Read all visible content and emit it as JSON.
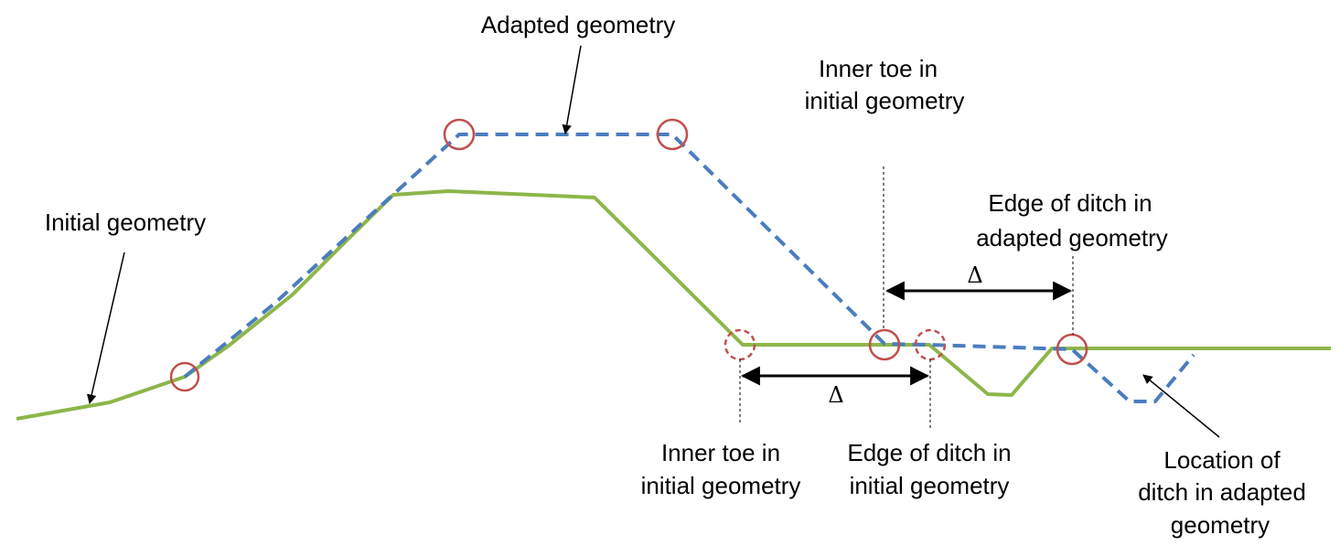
{
  "colors": {
    "initial_line": "#8DB64A",
    "adapted_line": "#4A7DBF",
    "marker": "#C0504D",
    "text": "#000000"
  },
  "labels": {
    "adapted_geometry": "Adapted geometry",
    "initial_geometry": "Initial geometry",
    "inner_toe_top_line1": "Inner toe in",
    "inner_toe_top_line2": "initial geometry",
    "edge_adapted_line1": "Edge of ditch in",
    "edge_adapted_line2": "adapted geometry",
    "inner_toe_bottom_line1": "Inner toe in",
    "inner_toe_bottom_line2": "initial geometry",
    "edge_initial_line1": "Edge of ditch in",
    "edge_initial_line2": "initial geometry",
    "ditch_location_line1": "Location of",
    "ditch_location_line2": "ditch in adapted",
    "ditch_location_line3": "geometry",
    "delta_upper": "Δ",
    "delta_lower": "Δ"
  }
}
